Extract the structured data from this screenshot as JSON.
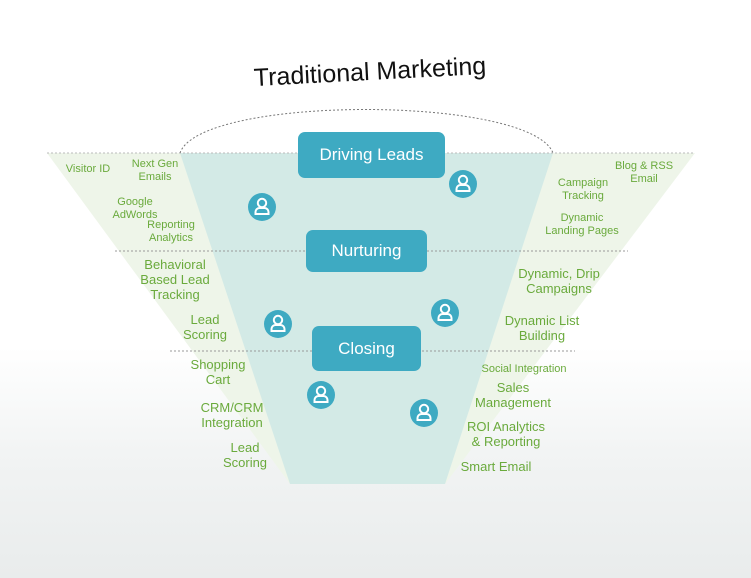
{
  "title": "Traditional Marketing",
  "stages": [
    "Driving Leads",
    "Nurturing",
    "Closing"
  ],
  "left_labels": {
    "driving": [
      "Visitor ID",
      "Next Gen\nEmails",
      "Google\nAdWords",
      "Reporting\nAnalytics"
    ],
    "nurturing": [
      "Behavioral\nBased Lead\nTracking",
      "Lead\nScoring"
    ],
    "closing": [
      "Shopping\nCart",
      "CRM/CRM\nIntegration",
      "Lead\nScoring"
    ]
  },
  "right_labels": {
    "driving": [
      "Blog & RSS\nEmail",
      "Campaign\nTracking",
      "Dynamic\nLanding Pages"
    ],
    "nurturing": [
      "Dynamic, Drip\nCampaigns",
      "Dynamic List\nBuilding"
    ],
    "closing": [
      "Social Integration",
      "Sales\nManagement",
      "ROI Analytics\n& Reporting",
      "Smart Email"
    ]
  },
  "colors": {
    "accent": "#3eaac2",
    "label": "#6aaa3c",
    "inner": "#d3eae6",
    "outer": "#eef5e9"
  }
}
